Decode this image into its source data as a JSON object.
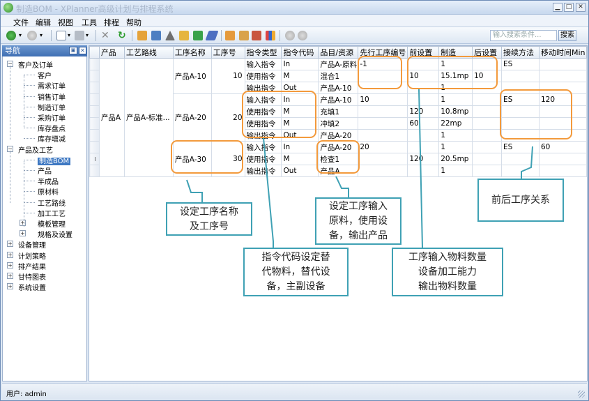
{
  "window": {
    "title": "制造BOM - XPlanner高级计划与排程系统"
  },
  "menu": [
    "文件",
    "编辑",
    "视图",
    "工具",
    "排程",
    "帮助"
  ],
  "toolbar": {
    "search_placeholder": "输入搜索条件...",
    "search_button": "搜索"
  },
  "nav": {
    "title": "导航",
    "tree": [
      {
        "label": "客户及订单",
        "level": 0,
        "expanded": true
      },
      {
        "label": "客户",
        "level": 1
      },
      {
        "label": "需求订单",
        "level": 1
      },
      {
        "label": "销售订单",
        "level": 1
      },
      {
        "label": "制造订单",
        "level": 1
      },
      {
        "label": "采购订单",
        "level": 1
      },
      {
        "label": "库存盘点",
        "level": 1
      },
      {
        "label": "库存增减",
        "level": 1
      },
      {
        "label": "产品及工艺",
        "level": 0,
        "expanded": true
      },
      {
        "label": "制造BOM",
        "level": 1,
        "selected": true
      },
      {
        "label": "产品",
        "level": 1
      },
      {
        "label": "半成品",
        "level": 1
      },
      {
        "label": "原材料",
        "level": 1
      },
      {
        "label": "工艺路线",
        "level": 1
      },
      {
        "label": "加工工艺",
        "level": 1
      },
      {
        "label": "模板管理",
        "level": 1,
        "expandable": true
      },
      {
        "label": "规格及设置",
        "level": 1,
        "expandable": true
      },
      {
        "label": "设备管理",
        "level": 0
      },
      {
        "label": "计划策略",
        "level": 0
      },
      {
        "label": "排产结果",
        "level": 0
      },
      {
        "label": "甘特图表",
        "level": 0
      },
      {
        "label": "系统设置",
        "level": 0
      }
    ]
  },
  "grid": {
    "columns": [
      "产品",
      "工艺路线",
      "工序名称",
      "工序号",
      "指令类型",
      "指令代码",
      "品目/资源",
      "先行工序编号",
      "前设置",
      "制造",
      "后设置",
      "接续方法",
      "移动时间Min"
    ],
    "product": "产品A",
    "route": "产品A-标准...",
    "rows": [
      {
        "op": "产品A-10",
        "opno": "10",
        "type": "输入指令",
        "code": "In",
        "item": "产品A-原料",
        "prev": "-1",
        "pre": "",
        "mfg": "1",
        "post": "",
        "link": "ES",
        "move": ""
      },
      {
        "op": "",
        "opno": "",
        "type": "使用指令",
        "code": "M",
        "item": "混合1",
        "prev": "",
        "pre": "10",
        "mfg": "15.1mp",
        "post": "10",
        "link": "",
        "move": ""
      },
      {
        "op": "",
        "opno": "",
        "type": "输出指令",
        "code": "Out",
        "item": "产品A-10",
        "prev": "",
        "pre": "",
        "mfg": "1",
        "post": "",
        "link": "",
        "move": ""
      },
      {
        "op": "产品A-20",
        "opno": "20",
        "type": "输入指令",
        "code": "In",
        "item": "产品A-10",
        "prev": "10",
        "pre": "",
        "mfg": "1",
        "post": "",
        "link": "ES",
        "move": "120"
      },
      {
        "op": "",
        "opno": "",
        "type": "使用指令",
        "code": "M",
        "item": "充填1",
        "prev": "",
        "pre": "120",
        "mfg": "10.8mp",
        "post": "",
        "link": "",
        "move": ""
      },
      {
        "op": "",
        "opno": "",
        "type": "使用指令",
        "code": "M",
        "item": "冲填2",
        "prev": "",
        "pre": "60",
        "mfg": "22mp",
        "post": "",
        "link": "",
        "move": ""
      },
      {
        "op": "",
        "opno": "",
        "type": "输出指令",
        "code": "Out",
        "item": "产品A-20",
        "prev": "",
        "pre": "",
        "mfg": "1",
        "post": "",
        "link": "",
        "move": ""
      },
      {
        "op": "产品A-30",
        "opno": "30",
        "type": "输入指令",
        "code": "In",
        "item": "产品A-20",
        "prev": "20",
        "pre": "",
        "mfg": "1",
        "post": "",
        "link": "ES",
        "move": "60"
      },
      {
        "op": "",
        "opno": "",
        "type": "使用指令",
        "code": "M",
        "item": "检查1",
        "prev": "",
        "pre": "120",
        "mfg": "20.5mp",
        "post": "",
        "link": "",
        "move": ""
      },
      {
        "op": "",
        "opno": "",
        "type": "输出指令",
        "code": "Out",
        "item": "产品A",
        "prev": "",
        "pre": "",
        "mfg": "1",
        "post": "",
        "link": "",
        "move": ""
      }
    ]
  },
  "annotations": {
    "op_name": [
      "设定工序名称",
      "及工序号"
    ],
    "instruction_code": [
      "指令代码设定替",
      "代物料，替代设",
      "备，主副设备"
    ],
    "io": [
      "设定工序输入",
      "原料，使用设",
      "备，输出产品"
    ],
    "quantity": [
      "工序输入物料数量",
      "设备加工能力",
      "输出物料数量"
    ],
    "relation": [
      "前后工序关系"
    ]
  },
  "status": {
    "user": "用户: admin"
  },
  "colors": {
    "highlight": "#f39a3c",
    "callout_border": "#3fa1b4",
    "nav_header": "#3f6fb3"
  }
}
